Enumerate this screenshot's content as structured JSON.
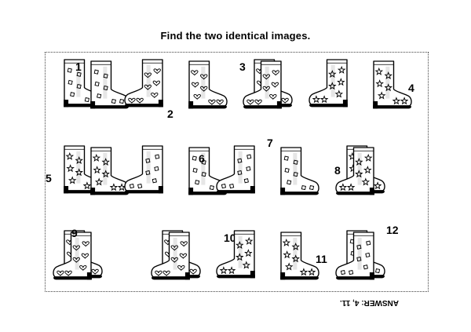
{
  "title": "Find the two identical images.",
  "answer": "ANSWER: 4, 11.",
  "items": [
    {
      "number": "1",
      "pattern": "squares",
      "icon": "boot-pair-icon"
    },
    {
      "number": "2",
      "pattern": "hearts",
      "icon": "boot-pair-icon"
    },
    {
      "number": "3",
      "pattern": "hearts",
      "icon": "boot-pair-icon"
    },
    {
      "number": "4",
      "pattern": "stars",
      "icon": "boot-pair-icon"
    },
    {
      "number": "5",
      "pattern": "stars",
      "icon": "boot-pair-icon"
    },
    {
      "number": "6",
      "pattern": "squares",
      "icon": "boot-pair-icon"
    },
    {
      "number": "7",
      "pattern": "squares",
      "icon": "boot-pair-icon"
    },
    {
      "number": "8",
      "pattern": "stars",
      "icon": "boot-pair-icon"
    },
    {
      "number": "9",
      "pattern": "hearts",
      "icon": "boot-pair-icon"
    },
    {
      "number": "10",
      "pattern": "hearts",
      "icon": "boot-pair-icon"
    },
    {
      "number": "11",
      "pattern": "stars",
      "icon": "boot-pair-icon"
    },
    {
      "number": "12",
      "pattern": "squares",
      "icon": "boot-pair-icon"
    }
  ]
}
